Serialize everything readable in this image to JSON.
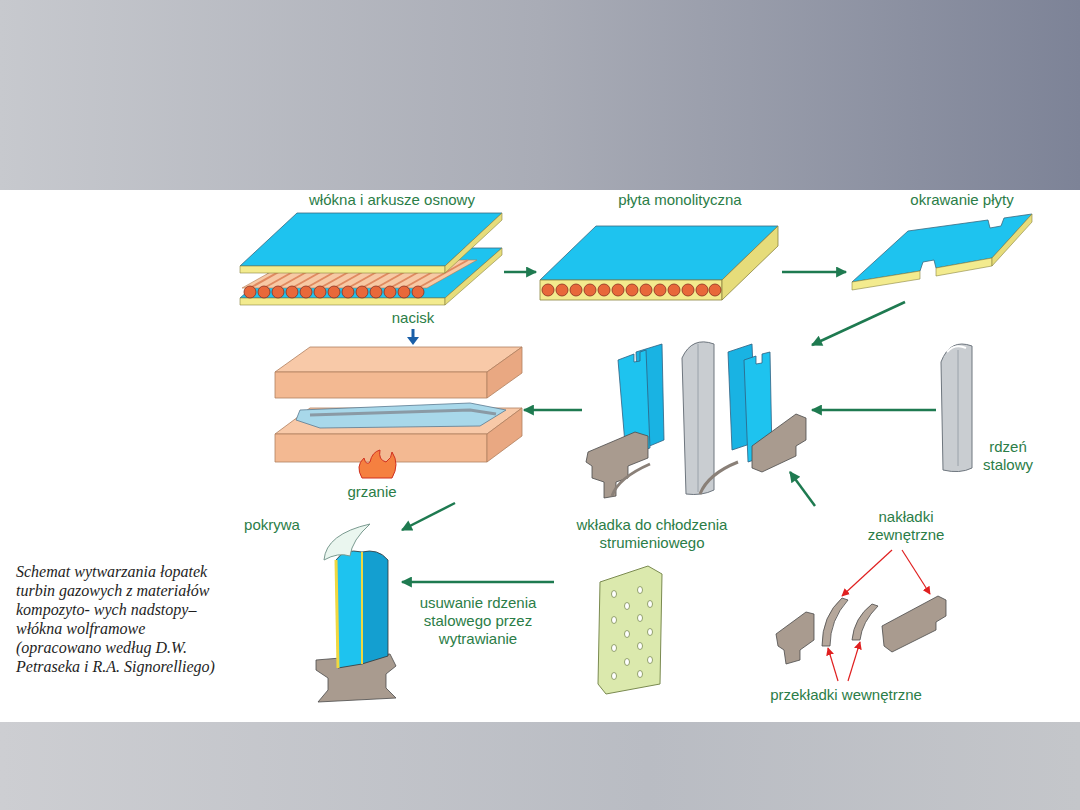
{
  "diagram": {
    "caption": "Schemat wytwarzania łopatek turbin gazowych z materiałów kompozyto- wych nadstopy–włókna wolframowe (opracowano według D.W. Petraseka i R.A. Signorelliego)",
    "nodes": [
      {
        "text": [
          "włókna i arkusze osnowy"
        ]
      },
      {
        "text": [
          "płyta monolityczna"
        ]
      },
      {
        "text": [
          "okrawanie płyty"
        ]
      },
      {
        "text": [
          "nacisk",
          "grzanie"
        ]
      },
      {
        "text": []
      },
      {
        "text": [
          "rdzeń stalowy"
        ]
      },
      {
        "text": [
          "pokrywa"
        ]
      },
      {
        "text": [
          "wkładka do chłodzenia strumieniowego"
        ]
      },
      {
        "text": [
          "nakładki zewnętrzne",
          "przekładki wewnętrzne"
        ]
      }
    ],
    "edges": [
      {
        "from": 0,
        "to": 1,
        "arrow": "to"
      },
      {
        "from": 1,
        "to": 2,
        "arrow": "to"
      },
      {
        "from": 2,
        "to": 4,
        "arrow": "to"
      },
      {
        "from": 5,
        "to": 4,
        "arrow": "to"
      },
      {
        "from": 8,
        "to": 4,
        "arrow": "to"
      },
      {
        "from": 4,
        "to": 3,
        "arrow": "to"
      },
      {
        "from": 3,
        "to": 6,
        "arrow": "to"
      },
      {
        "from": 7,
        "to": 6,
        "arrow": "to",
        "label": "usuwanie rdzenia stalowego przez wytrawianie"
      }
    ]
  }
}
